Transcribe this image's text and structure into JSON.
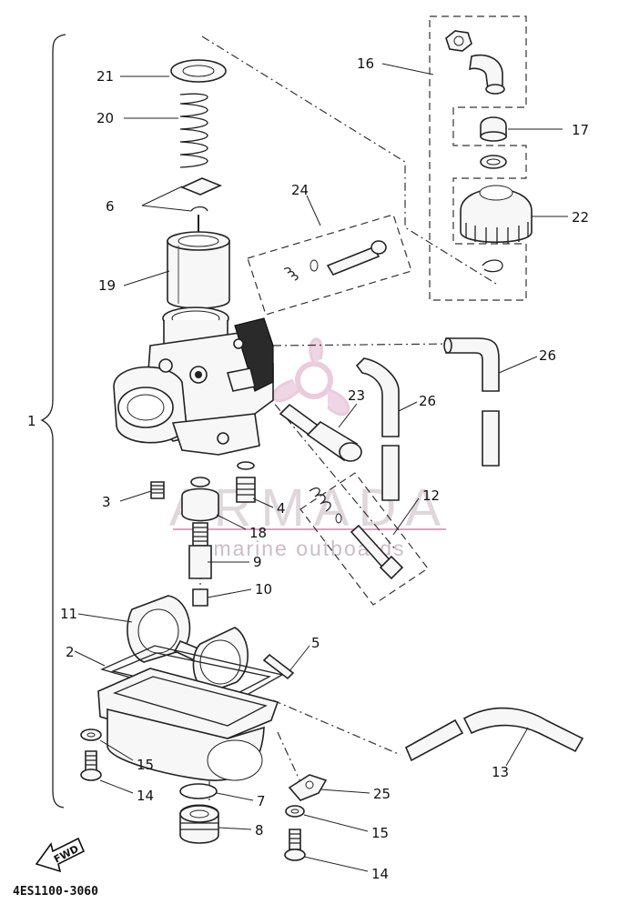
{
  "watermark": {
    "title": "ARMADA",
    "subtitle": "marine outboards",
    "color": "#d9a4c0"
  },
  "assembly_bracket_label": "1",
  "drawing_code": "4ES1100-3060",
  "fwd_label": "FWD",
  "callouts": {
    "c21": "21",
    "c20": "20",
    "c6": "6",
    "c19": "19",
    "c16": "16",
    "c24": "24",
    "c17": "17",
    "c22": "22",
    "c26a": "26",
    "c26b": "26",
    "c23": "23",
    "c3": "3",
    "c4": "4",
    "c18": "18",
    "c12": "12",
    "c9": "9",
    "c10": "10",
    "c11": "11",
    "c2": "2",
    "c5": "5",
    "c15a": "15",
    "c14a": "14",
    "c7": "7",
    "c8": "8",
    "c25": "25",
    "c15b": "15",
    "c14b": "14",
    "c13": "13"
  }
}
